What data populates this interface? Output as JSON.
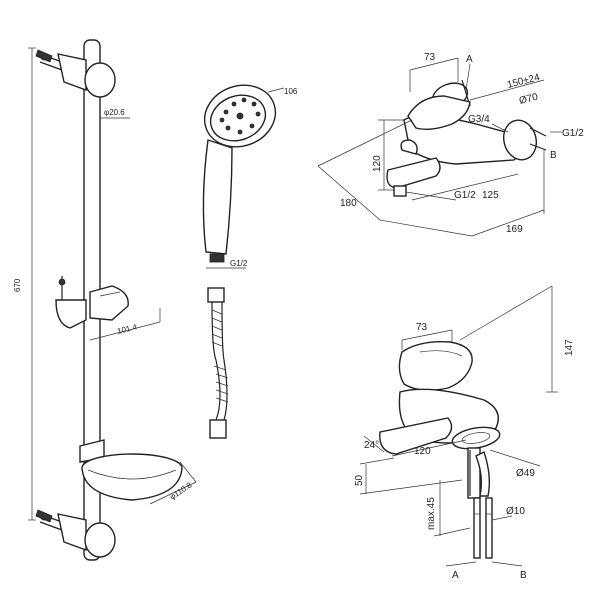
{
  "shower_rail": {
    "length": "670",
    "rail_diameter": "φ20.6",
    "slider_offset": "101.4",
    "soap_dish_diameter": "φ110.8"
  },
  "hand_shower": {
    "head_diameter": "106",
    "thread": "G1/2"
  },
  "bath_mixer": {
    "handle_width": "73",
    "label_a": "A",
    "label_b": "B",
    "centers": "150±24",
    "flange_diameter": "Ø70",
    "inlet_thread": "G3/4",
    "wall_thread": "G1/2",
    "height": "120",
    "depth": "180",
    "outlet_thread": "G1/2",
    "spout_to_center": "125",
    "total_length": "169"
  },
  "basin_mixer": {
    "handle_width": "73",
    "total_height": "147",
    "spout_angle": "24°",
    "spout_reach": "120",
    "base_diameter": "Ø49",
    "spout_height": "50",
    "max_deck": "max.45",
    "hose_diameter": "Ø10",
    "label_a": "A",
    "label_b": "B"
  }
}
